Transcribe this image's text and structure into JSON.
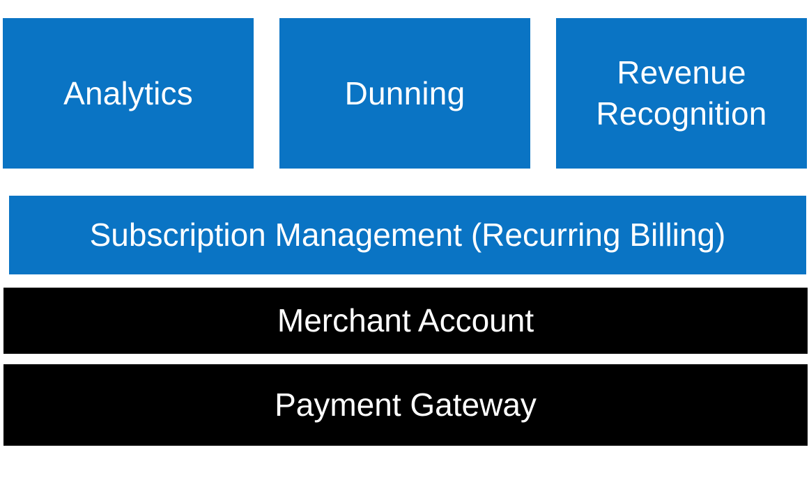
{
  "diagram": {
    "top_row": [
      {
        "label": "Analytics"
      },
      {
        "label": "Dunning"
      },
      {
        "label_line1": "Revenue",
        "label_line2": "Recognition"
      }
    ],
    "subscription_layer": {
      "label": "Subscription Management (Recurring Billing)"
    },
    "merchant_layer": {
      "label": "Merchant Account"
    },
    "gateway_layer": {
      "label": "Payment Gateway"
    }
  },
  "colors": {
    "blue": "#0a74c4",
    "black": "#000000",
    "text": "#ffffff"
  }
}
